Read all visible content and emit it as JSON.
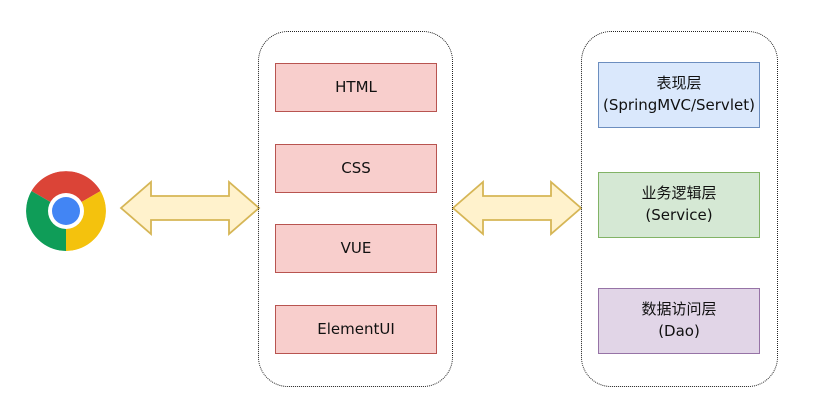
{
  "frontend": {
    "items": [
      {
        "label": "HTML"
      },
      {
        "label": "CSS"
      },
      {
        "label": "VUE"
      },
      {
        "label": "ElementUI"
      }
    ]
  },
  "backend": {
    "layers": [
      {
        "name": "表现层",
        "sub": "(SpringMVC/Servlet)",
        "color": "#dae8fc",
        "border": "#6c8ebf"
      },
      {
        "name": "业务逻辑层",
        "sub": "(Service)",
        "color": "#d5e8d4",
        "border": "#82b366"
      },
      {
        "name": "数据访问层",
        "sub": "(Dao)",
        "color": "#e1d5e7",
        "border": "#9673a6"
      }
    ]
  },
  "icons": {
    "browser": "chrome-icon"
  },
  "colors": {
    "frontend_fill": "#f8cecc",
    "frontend_border": "#b85450",
    "arrow_fill": "#fff2cc",
    "arrow_border": "#d6b656"
  }
}
